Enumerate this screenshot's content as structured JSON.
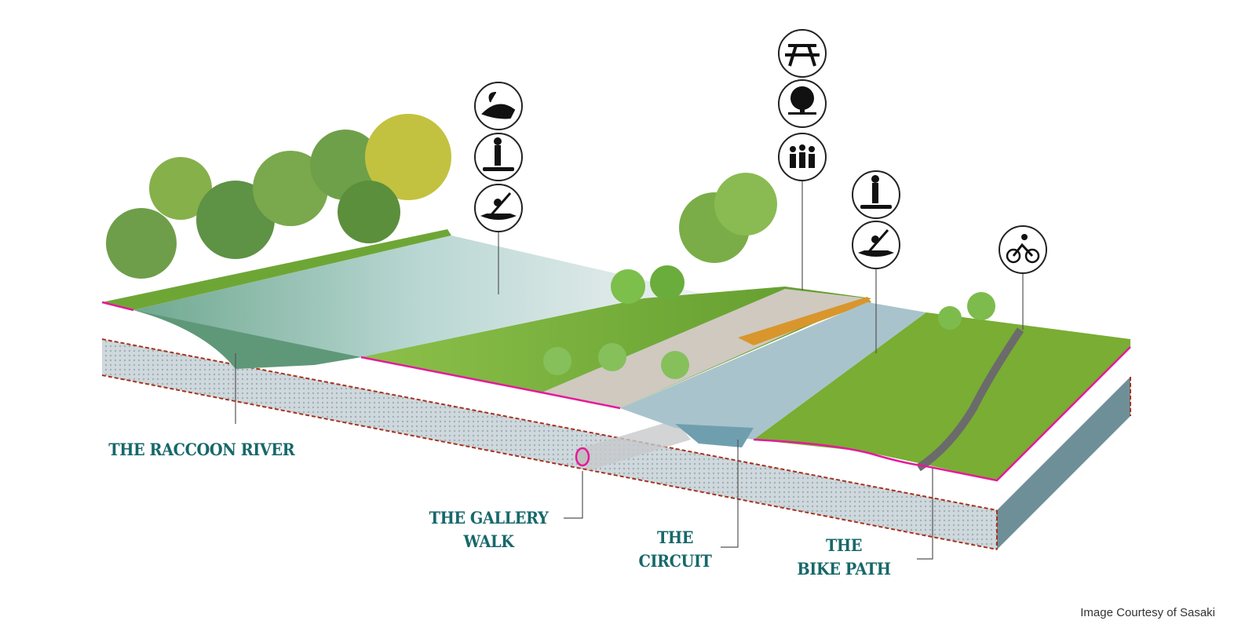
{
  "labels": {
    "raccoon_river": "THE RACCOON RIVER",
    "gallery_walk": [
      "THE GALLERY",
      "WALK"
    ],
    "circuit": [
      "THE",
      "CIRCUIT"
    ],
    "bike_path": [
      "THE",
      "BIKE PATH"
    ]
  },
  "credit": "Image Courtesy of Sasaki",
  "icons": {
    "river_group": [
      "fishing-icon",
      "paddleboard-icon",
      "kayak-icon"
    ],
    "promenade_group": [
      "picnic-table-icon",
      "tree-icon",
      "gathering-icon"
    ],
    "circuit_group": [
      "paddleboard-icon",
      "kayak-icon"
    ],
    "bike_group": [
      "bicycle-icon"
    ]
  },
  "colors": {
    "label": "#17686a",
    "ground_line": "#e6199b",
    "soil_dash": "#a8321e",
    "soil_fill": "#c9d3d8",
    "grass": "#7bb33a",
    "water": "#b8d4d6"
  }
}
